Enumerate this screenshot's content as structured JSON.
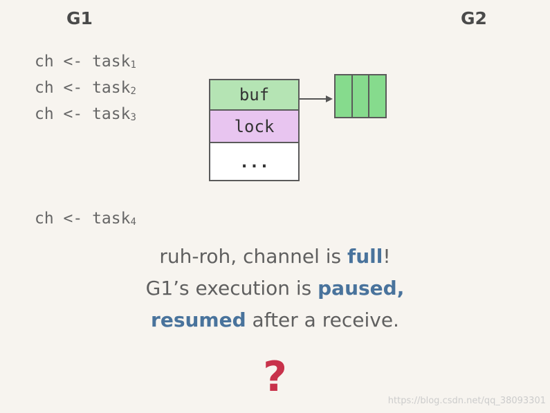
{
  "labels": {
    "g1": "G1",
    "g2": "G2"
  },
  "code_lines": [
    {
      "text": "ch <- task",
      "sub": "1"
    },
    {
      "text": "ch <- task",
      "sub": "2"
    },
    {
      "text": "ch <- task",
      "sub": "3"
    },
    {
      "text": "ch <- task",
      "sub": "4"
    }
  ],
  "hchan": {
    "buf": "buf",
    "lock": "lock",
    "more": "..."
  },
  "message": {
    "line1_pre": "ruh-roh, channel is ",
    "line1_bold": "full",
    "line1_post": "!",
    "line2_pre": "G1’s execution is ",
    "line2_bold": "paused,",
    "line3_bold": "resumed",
    "line3_post": " after a receive."
  },
  "question_mark": "?",
  "watermark": "https://blog.csdn.net/qq_38093301",
  "colors": {
    "buf": "#b5e4b4",
    "lock": "#e8c5f0",
    "queue": "#86db8d",
    "accent": "#49739c",
    "question": "#c8324b"
  }
}
